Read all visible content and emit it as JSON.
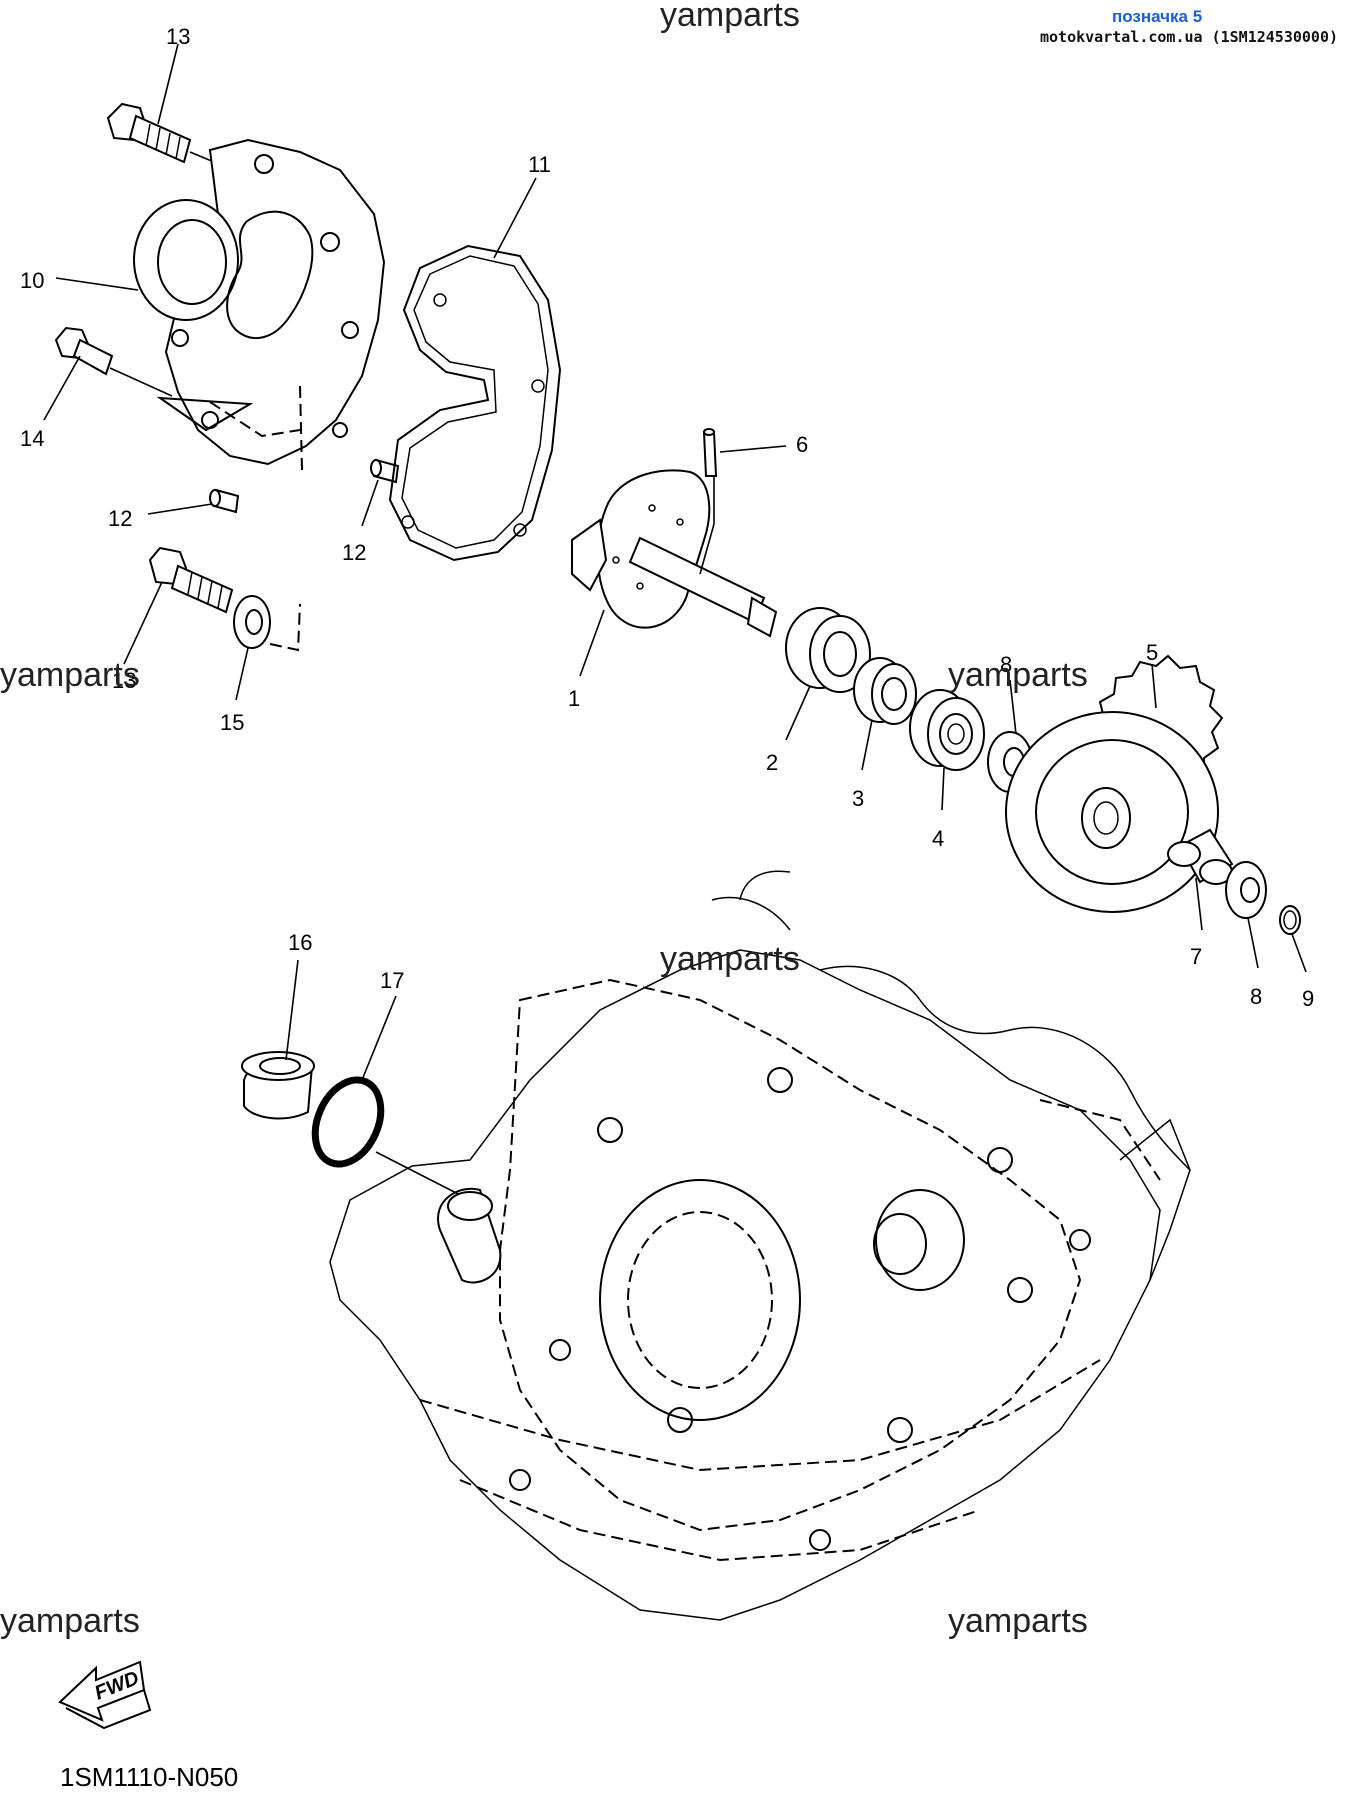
{
  "header": {
    "marker_label": "позначка 5",
    "site_label": "motokvartal.com.ua (1SM124530000)",
    "marker_color": "#1a5fd6"
  },
  "watermark": "yamparts",
  "diagram_code": "1SM1110-N050",
  "fwd_label": "FWD",
  "callouts": {
    "c1": "1",
    "c2": "2",
    "c3": "3",
    "c4": "4",
    "c5": "5",
    "c6": "6",
    "c7": "7",
    "c8a": "8",
    "c8b": "8",
    "c9": "9",
    "c10": "10",
    "c11": "11",
    "c12a": "12",
    "c12b": "12",
    "c13a": "13",
    "c13b": "13",
    "c14": "14",
    "c15": "15",
    "c16": "16",
    "c17": "17"
  }
}
